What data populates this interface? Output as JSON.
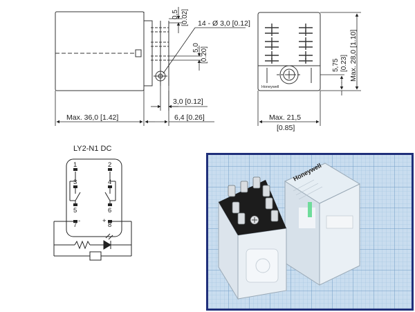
{
  "dimensions": {
    "side_top_clearance": "0,5",
    "side_top_clearance_in": "[0.02]",
    "pin_spec": "14 - Ø 3,0 [0.12]",
    "pin_pitch_v": "5,0",
    "pin_pitch_v_in": "[0.20]",
    "pin_offset": "3,0 [0.12]",
    "max_length": "Max. 36,0 [1.42]",
    "pin_length": "6,4 [0.26]",
    "end_pin_offset": "5,75",
    "end_pin_offset_in": "[0.23]",
    "max_height": "Max. 28,0 [1.10]",
    "max_width": "Max. 21,5",
    "max_width_in": "[0.85]"
  },
  "brand_label": "Honeywell",
  "schematic": {
    "title": "LY2-N1 DC",
    "terminals": [
      "1",
      "2",
      "3",
      "4",
      "5",
      "6",
      "7",
      "8"
    ],
    "minus_sign": "-",
    "plus_sign": "+"
  },
  "photo": {
    "brand": "Honeywell",
    "grid_color": "#8fb7d8",
    "background_color": "#c9ddef",
    "frame_color": "#1f2f7a"
  }
}
